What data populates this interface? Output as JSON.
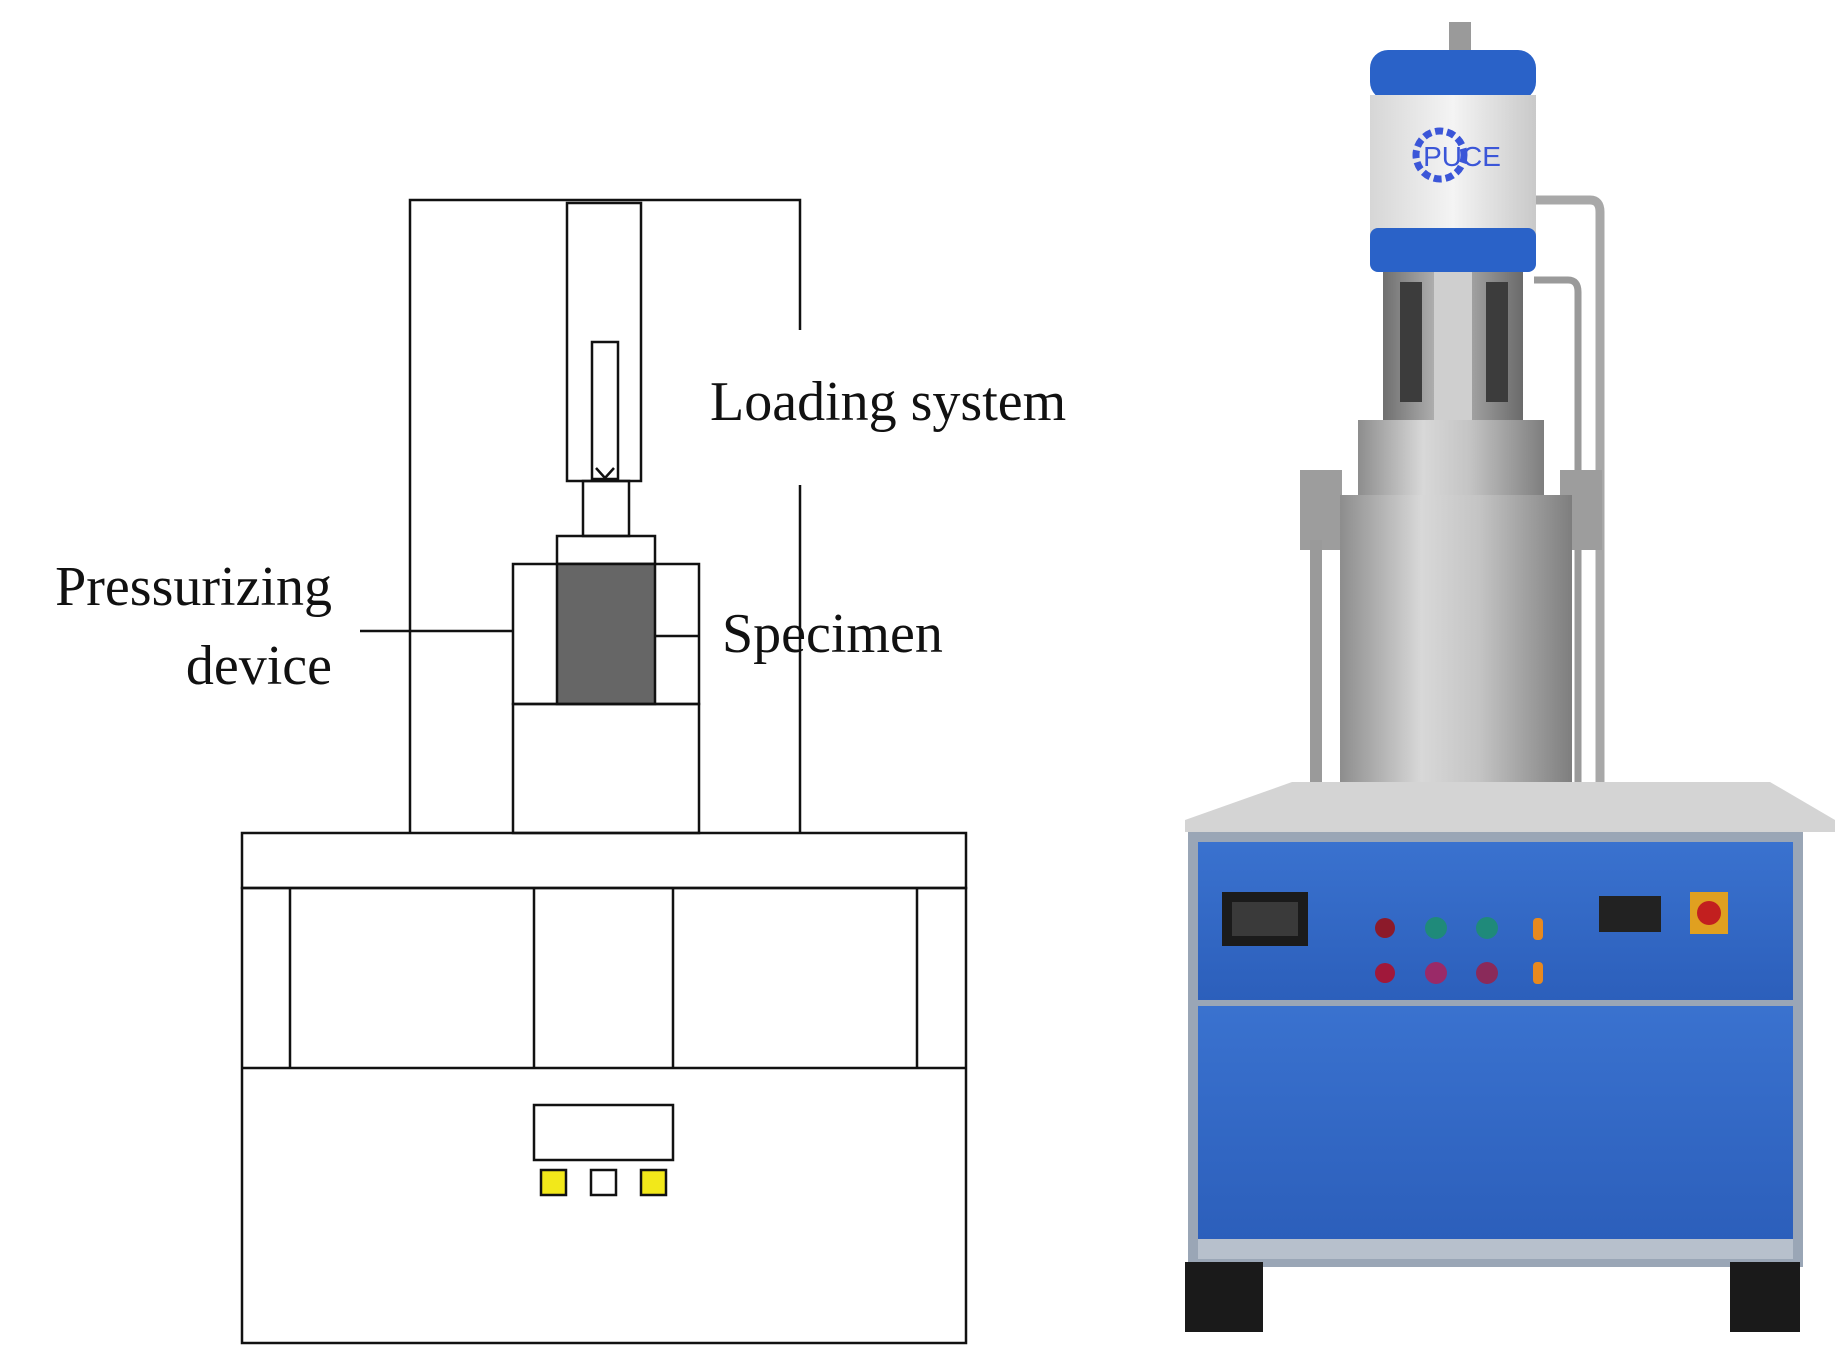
{
  "schematic": {
    "labels": {
      "loading_system": "Loading system",
      "specimen": "Specimen",
      "pressurizing_line1": "Pressurizing",
      "pressurizing_line2": "device"
    },
    "colors": {
      "line": "#111111",
      "specimen_fill": "#666666",
      "indicator_yellow": "#f2e81a",
      "indicator_white": "#ffffff"
    }
  },
  "photo": {
    "logo_text": "PUCE",
    "colors": {
      "band_blue": "#2a62c8",
      "cabinet_blue": "#2f66c4",
      "steel": "#b9b9b9"
    }
  }
}
